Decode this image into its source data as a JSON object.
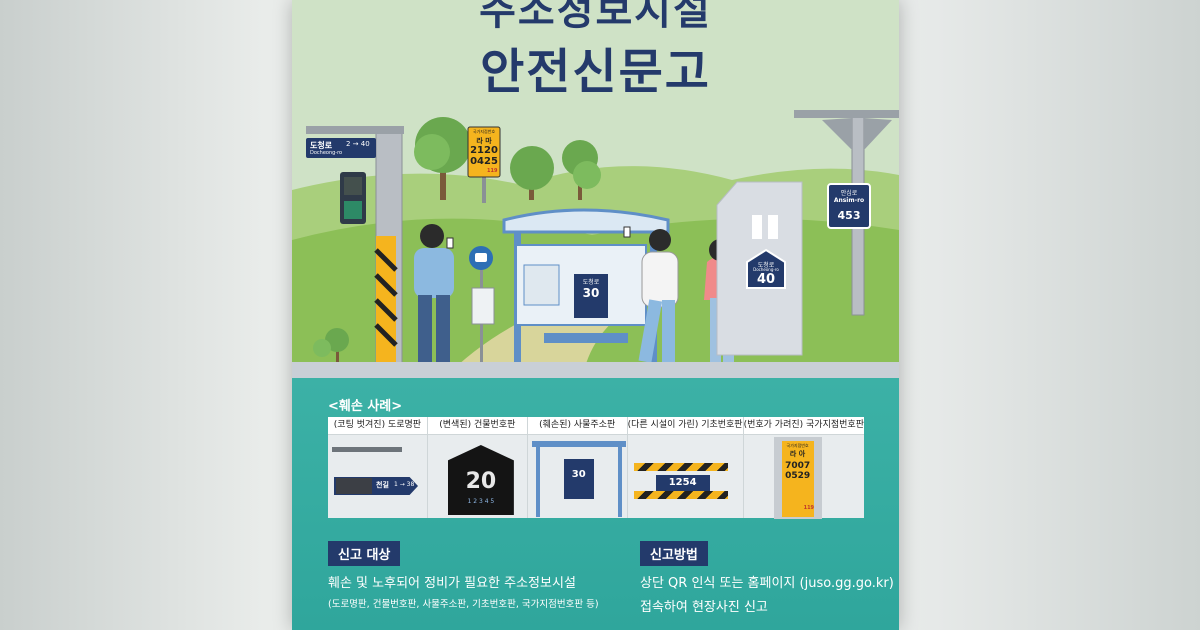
{
  "title": {
    "line1": "주소정보시설",
    "line2": "안전신문고"
  },
  "signs": {
    "road_sign_main": "도청로",
    "road_sign_range": "2 → 40",
    "road_sign_roman": "Docheong-ro",
    "national_point_top": "국가지점번호",
    "national_point_code": "라 마",
    "national_point_num1": "2120",
    "national_point_num2": "0425",
    "national_point_emergency": "119",
    "shelter_sign_top": "도청로",
    "shelter_sign_num": "30",
    "building_sign_top": "도청로",
    "building_sign_roman": "Docheong-ro",
    "building_sign_num": "40",
    "pole_sign_top": "안심로",
    "pole_sign_roman": "Ansim-ro",
    "pole_sign_num": "453"
  },
  "cases": {
    "heading": "<훼손 사례>",
    "items": [
      {
        "caption": "(코팅 벗겨진) 도로명판",
        "sign_text": "1 → 38",
        "sign_word": "천길"
      },
      {
        "caption": "(변색된) 건물번호판",
        "sign_text": "20",
        "sign_sub": "1 2 3 4 5"
      },
      {
        "caption": "(훼손된) 사물주소판",
        "sign_text": "30"
      },
      {
        "caption": "(다른 시설이 가린) 기초번호판",
        "sign_text": "1254"
      },
      {
        "caption": "(번호가 가려진) 국가지점번호판",
        "sign_top": "국가지점번호",
        "sign_code": "라 아",
        "sign_num1": "7007",
        "sign_num2": "0529",
        "sign_emergency": "119"
      }
    ]
  },
  "report_target": {
    "label": "신고 대상",
    "line1": "훼손 및 노후되어 정비가 필요한 주소정보시설",
    "line2": "(도로명판, 건물번호판, 사물주소판, 기초번호판, 국가지점번호판 등)"
  },
  "report_method": {
    "label": "신고방법",
    "line1": "상단 QR 인식 또는 홈페이지 (juso.gg.go.kr)",
    "line2": "접속하여 현장사진 신고"
  },
  "colors": {
    "navy": "#233a6b",
    "teal": "#33aa9f",
    "sky": "#cfe2c6",
    "grass": "#8cbf57",
    "sign_yellow": "#f5b41e"
  }
}
